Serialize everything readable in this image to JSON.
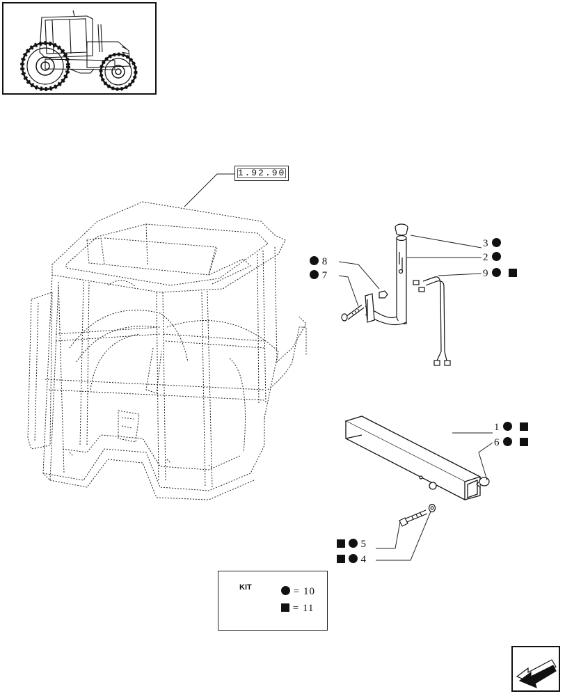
{
  "reference": {
    "code": "1.92.90"
  },
  "callouts": [
    {
      "id": "3",
      "markers": [
        "circle"
      ]
    },
    {
      "id": "2",
      "markers": [
        "circle"
      ]
    },
    {
      "id": "9",
      "markers": [
        "circle",
        "square"
      ]
    },
    {
      "id": "8",
      "markers": [
        "circle"
      ]
    },
    {
      "id": "7",
      "markers": [
        "circle"
      ]
    },
    {
      "id": "1",
      "markers": [
        "circle",
        "square"
      ]
    },
    {
      "id": "6",
      "markers": [
        "circle",
        "square"
      ]
    },
    {
      "id": "5",
      "markers": [
        "square",
        "circle"
      ]
    },
    {
      "id": "4",
      "markers": [
        "square",
        "circle"
      ]
    }
  ],
  "kit": {
    "label": "KIT",
    "circle_value": "= 10",
    "square_value": "= 11"
  },
  "icons": {
    "thumbnail": "tractor-thumbnail-icon",
    "navigation": "previous-page-arrow-icon"
  }
}
